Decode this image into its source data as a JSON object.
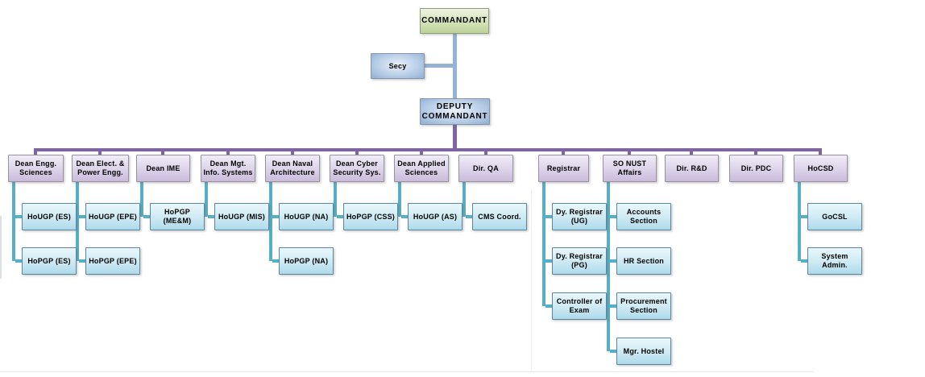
{
  "nodes": {
    "commandant": "COMMANDANT",
    "secy": "Secy",
    "deputy_commandant": "DEPUTY COMMANDANT"
  },
  "branches": [
    {
      "label": "Dean Engg. Sciences",
      "children": [
        "HoUGP (ES)",
        "HoPGP (ES)"
      ]
    },
    {
      "label": "Dean Elect. & Power Engg.",
      "children": [
        "HoUGP (EPE)",
        "HoPGP (EPE)"
      ]
    },
    {
      "label": "Dean IME",
      "children": [
        "HoPGP (ME&M)"
      ]
    },
    {
      "label": "Dean Mgt. Info. Systems",
      "children": [
        "HoUGP (MIS)"
      ]
    },
    {
      "label": "Dean Naval Architecture",
      "children": [
        "HoUGP (NA)",
        "HoPGP (NA)"
      ]
    },
    {
      "label": "Dean Cyber Security Sys.",
      "children": [
        "HoPGP (CSS)"
      ]
    },
    {
      "label": "Dean Applied Sciences",
      "children": [
        "HoUGP (AS)"
      ]
    },
    {
      "label": "Dir. QA",
      "children": [
        "CMS Coord."
      ]
    },
    {
      "label": "Registrar",
      "children": [
        "Dy. Registrar (UG)",
        "Dy. Registrar (PG)",
        "Controller of Exam"
      ]
    },
    {
      "label": "SO NUST Affairs",
      "children": [
        "Accounts Section",
        "HR Section",
        "Procurement Section",
        "Mgr. Hostel"
      ]
    },
    {
      "label": "Dir. R&D",
      "children": []
    },
    {
      "label": "Dir. PDC",
      "children": []
    },
    {
      "label": "HoCSD",
      "children": [
        "GoCSL",
        "System Admin."
      ]
    }
  ],
  "colors": {
    "commandant_fill": "#cbdda4",
    "staff_fill": "#a9c2e0",
    "branch_fill": "#d5cbe5",
    "child_fill": "#bfe2ef",
    "connector_top": "#95b3d7",
    "connector_branch": "#8064a2",
    "connector_child": "#4bacc6"
  }
}
